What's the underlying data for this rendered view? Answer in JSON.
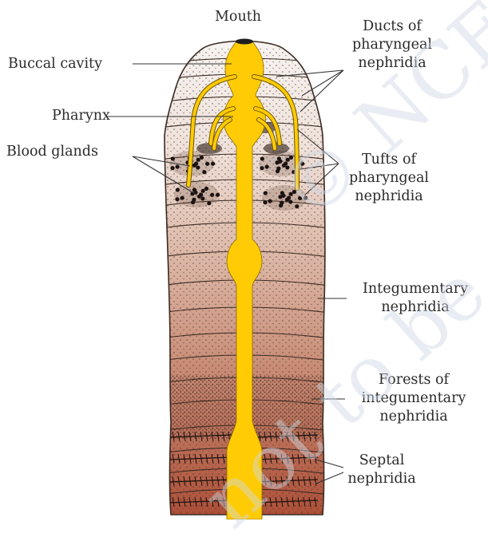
{
  "labels": {
    "mouth": "Mouth",
    "buccal_cavity": "Buccal cavity",
    "pharynx": "Pharynx",
    "blood_glands": "Blood glands",
    "ducts_l1": "Ducts of",
    "ducts_l2": "pharyngeal",
    "ducts_l3": "nephridia",
    "tufts_l1": "Tufts of",
    "tufts_l2": "pharyngeal",
    "tufts_l3": "nephridia",
    "integ_l1": "Integumentary",
    "integ_l2": "nephridia",
    "forests_l1": "Forests of",
    "forests_l2": "integumentary",
    "forests_l3": "nephridia",
    "septal_l1": "Septal",
    "septal_l2": "nephridia"
  },
  "watermark": {
    "line1": "© NCERT",
    "line2": "not to be"
  },
  "colors": {
    "gut": "#ffcb05",
    "outline": "#3a2a22",
    "body_top": "#f6f0ec",
    "body_mid": "#d6ad9a",
    "body_bottom": "#b0563e",
    "leader": "#333333"
  }
}
